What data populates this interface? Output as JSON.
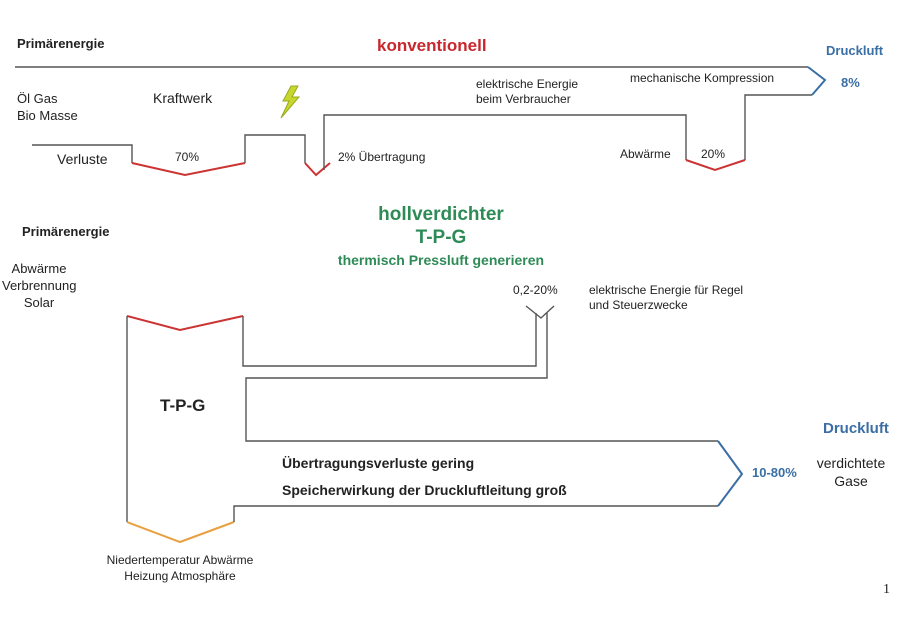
{
  "conventional": {
    "heading": "Primärenergie",
    "title": "konventionell",
    "sources": [
      "Öl Gas",
      "Bio Masse"
    ],
    "power_plant": "Kraftwerk",
    "losses": "Verluste",
    "loss_plant": "70%",
    "loss_transmission": "2% Übertragung",
    "consumer": [
      "elektrische Energie",
      "beim Verbraucher"
    ],
    "compression": "mechanische Kompression",
    "waste_heat": "Abwärme",
    "loss_compression": "20%",
    "output_label": "Druckluft",
    "output_value": "8%"
  },
  "tpg": {
    "heading": "Primärenergie",
    "title_lines": [
      "hollverdichter",
      "T-P-G",
      "thermisch Pressluft generieren"
    ],
    "sources": [
      "Abwärme",
      "Verbrennung",
      "Solar"
    ],
    "electric_share": "0,2-20%",
    "electric_text": [
      "elektrische Energie für Regel",
      "und Steuerzwecke"
    ],
    "machine": "T-P-G",
    "notes": [
      "Übertragungsverluste gering",
      "Speicherwirkung der Druckluftleitung groß"
    ],
    "output_label": "Druckluft",
    "output_value": "10-80%",
    "output_text": [
      "verdichtete",
      "Gase"
    ],
    "waste": [
      "Niedertemperatur Abwärme",
      "Heizung Atmosphäre"
    ]
  },
  "page_number": "1",
  "colors": {
    "conventional": "#c8282d",
    "tpg": "#2e8b57",
    "druckluft": "#3a6fa5",
    "loss_line": "#cc3333",
    "waste_line": "#e8a040",
    "bolt": "#c6d82e"
  }
}
